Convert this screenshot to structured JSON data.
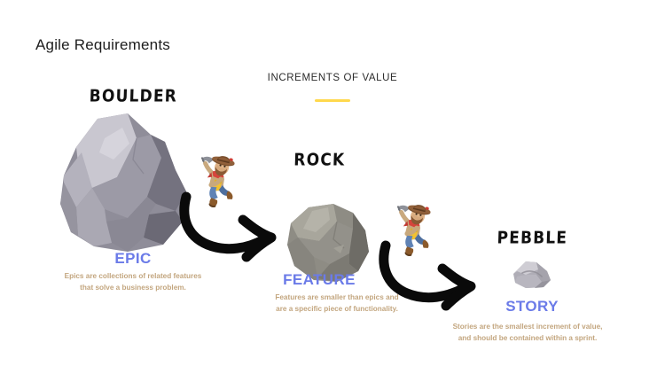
{
  "slide": {
    "title": "Agile Requirements",
    "background_color": "#FFFFFF"
  },
  "section": {
    "heading": "INCREMENTS OF VALUE",
    "rule_color": "#FFD84D"
  },
  "palette": {
    "term_blue": "#6B7BE8",
    "description_tan": "#C3A67F",
    "label_black": "#111111",
    "arrow_black": "#0A0A0A",
    "boulder_gray_light": "#C9C7D0",
    "boulder_gray_mid": "#9C9AA6",
    "boulder_gray_dark": "#74727F",
    "rock_gray_light": "#A8A69C",
    "rock_gray_mid": "#8E8C84",
    "rock_gray_dark": "#6E6C66",
    "pebble_gray_light": "#CFCDD4",
    "pebble_gray_mid": "#AFADB6"
  },
  "stages": [
    {
      "size_label": "BOULDER",
      "term": "EPIC",
      "description_line1": "Epics are collections of related features",
      "description_line2": "that solve a business problem.",
      "rock_icon": "boulder-rock-icon"
    },
    {
      "size_label": "ROCK",
      "term": "FEATURE",
      "description_line1": "Features are smaller than epics and",
      "description_line2": "are a specific piece of functionality.",
      "rock_icon": "medium-rock-icon"
    },
    {
      "size_label": "PEBBLE",
      "term": "STORY",
      "description_line1": "Stories are the smallest increment of value,",
      "description_line2": "and should be contained within a sprint.",
      "rock_icon": "pebble-rock-icon"
    }
  ],
  "connectors": [
    {
      "icon": "curved-arrow-icon",
      "from": "EPIC",
      "to": "FEATURE"
    },
    {
      "icon": "curved-arrow-icon",
      "from": "FEATURE",
      "to": "STORY"
    }
  ],
  "characters": [
    {
      "icon": "miner-character-icon",
      "position": "between-boulder-and-rock"
    },
    {
      "icon": "miner-character-icon",
      "position": "between-rock-and-pebble"
    }
  ]
}
